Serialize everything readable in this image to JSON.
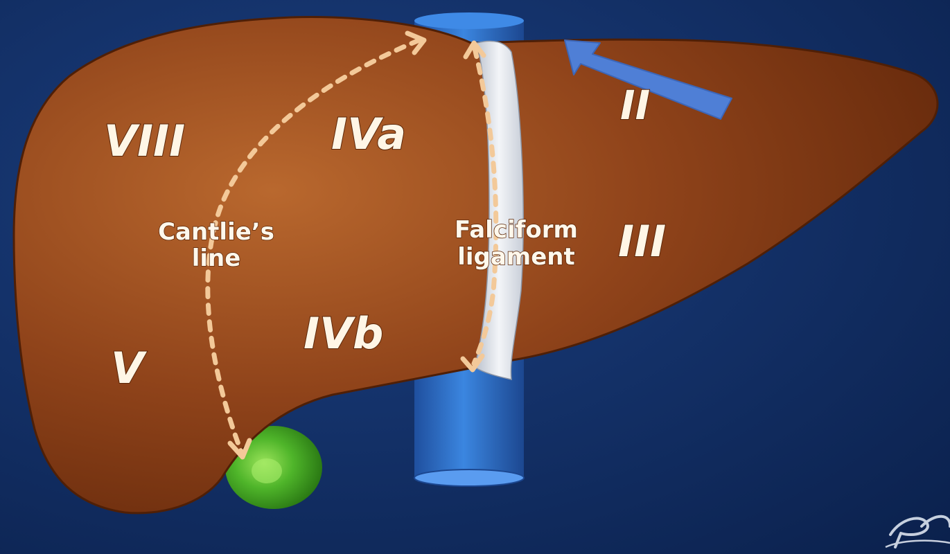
{
  "segments": {
    "viii": "VIII",
    "iva": "IVa",
    "ii": "II",
    "iii": "III",
    "ivb": "IVb",
    "v": "V"
  },
  "annotations": {
    "cantlie_line_1": "Cantlie’s",
    "cantlie_line_2": "line",
    "falciform_line_1": "Falciform",
    "falciform_line_2": "ligament"
  },
  "colors": {
    "background": "#0f2a5a",
    "liver": "#8a3f17",
    "liver_highlight": "#b9682e",
    "vena_cava": "#2a68c4",
    "gallbladder": "#4fb52a",
    "ligament": "#e6e9ef",
    "dashed_line": "#f3c999",
    "pointer_arrow": "#4f7fd6"
  },
  "icons": {
    "pointer": "pointer-arrow-icon",
    "watermark": "watermark-logo"
  }
}
